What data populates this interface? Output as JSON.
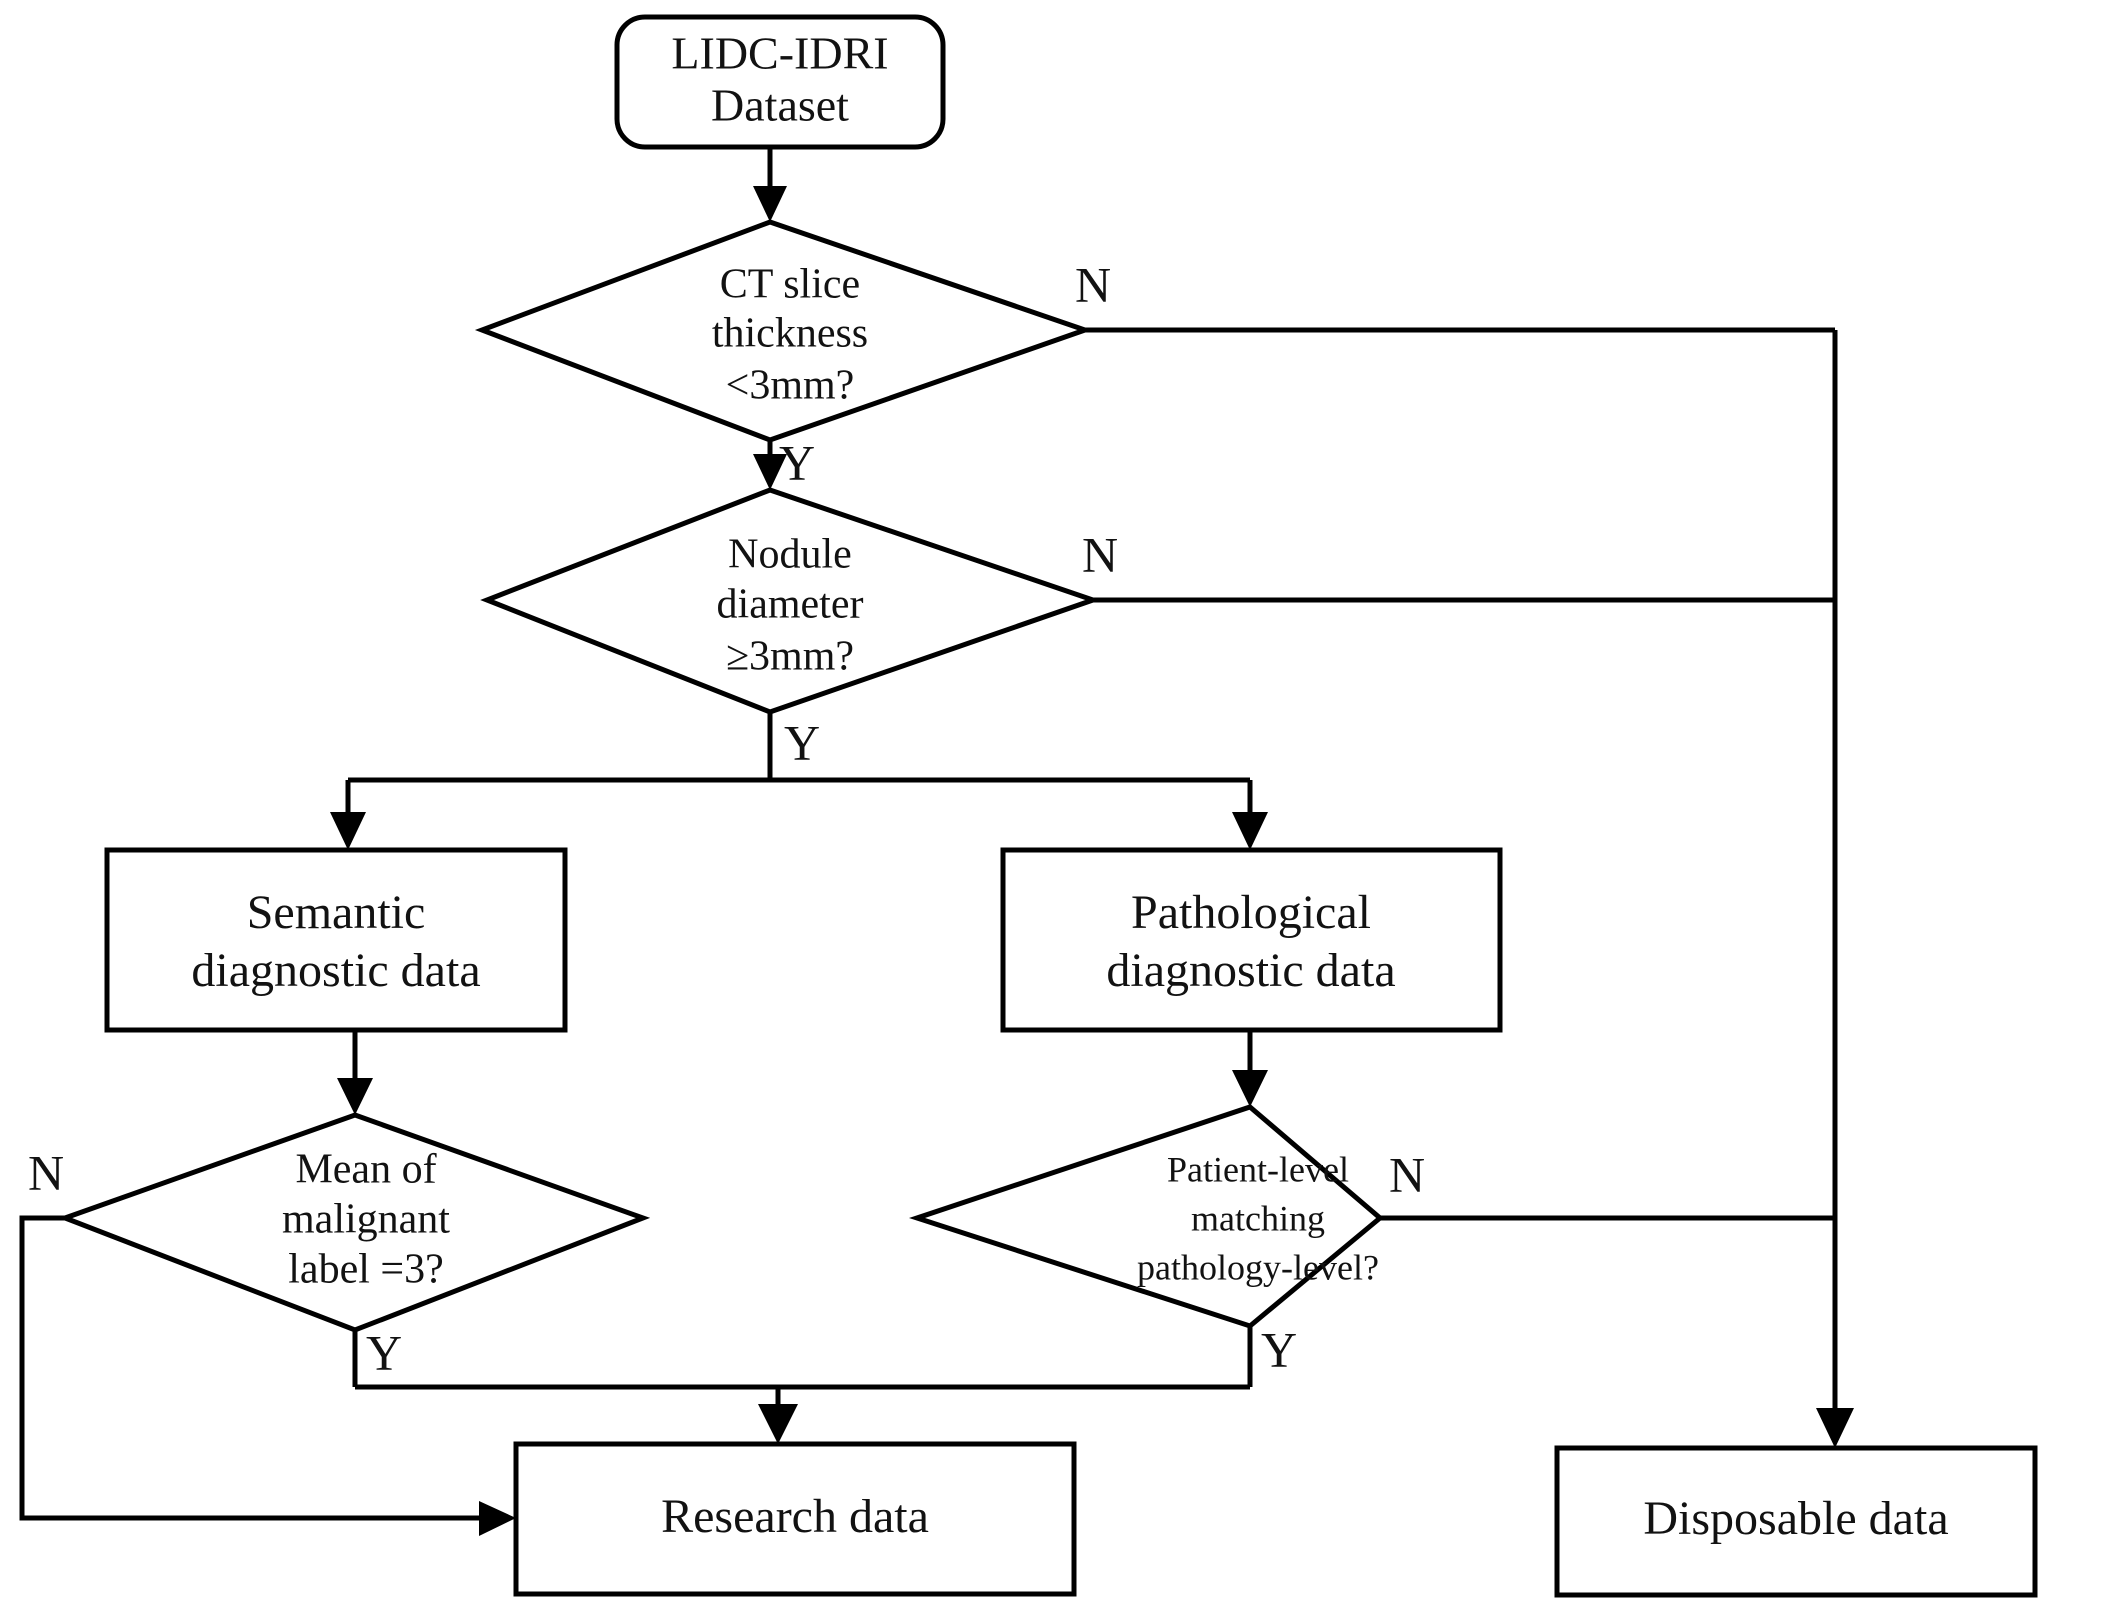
{
  "diagram": {
    "title": "LIDC-IDRI dataset screening flowchart",
    "type": "flowchart",
    "background_color": "#ffffff",
    "line_color": "#000000",
    "text_color": "#121212",
    "nodes": [
      {
        "id": "start",
        "shape": "rounded-rectangle",
        "lines": [
          "LIDC-IDRI",
          "Dataset"
        ]
      },
      {
        "id": "decision-slice-thickness",
        "shape": "diamond",
        "lines": [
          "CT slice",
          "thickness",
          "<3mm?"
        ]
      },
      {
        "id": "decision-nodule-diameter",
        "shape": "diamond",
        "lines": [
          "Nodule",
          "diameter",
          "≥3mm?"
        ]
      },
      {
        "id": "semantic-data",
        "shape": "rectangle",
        "lines": [
          "Semantic",
          "diagnostic data"
        ]
      },
      {
        "id": "pathological-data",
        "shape": "rectangle",
        "lines": [
          "Pathological",
          "diagnostic data"
        ]
      },
      {
        "id": "decision-malignant-label",
        "shape": "diamond",
        "lines": [
          "Mean of",
          "malignant",
          "label =3?"
        ]
      },
      {
        "id": "decision-patient-matching",
        "shape": "diamond",
        "lines": [
          "Patient-level",
          "matching",
          "pathology-level?"
        ]
      },
      {
        "id": "research-data",
        "shape": "rectangle",
        "lines": [
          "Research data"
        ]
      },
      {
        "id": "disposable-data",
        "shape": "rectangle",
        "lines": [
          "Disposable data"
        ]
      }
    ],
    "branch_labels": {
      "slice_no": "N",
      "slice_yes": "Y",
      "diameter_no": "N",
      "diameter_yes": "Y",
      "malignant_no": "N",
      "malignant_yes": "Y",
      "matching_no": "N",
      "matching_yes": "Y"
    }
  }
}
